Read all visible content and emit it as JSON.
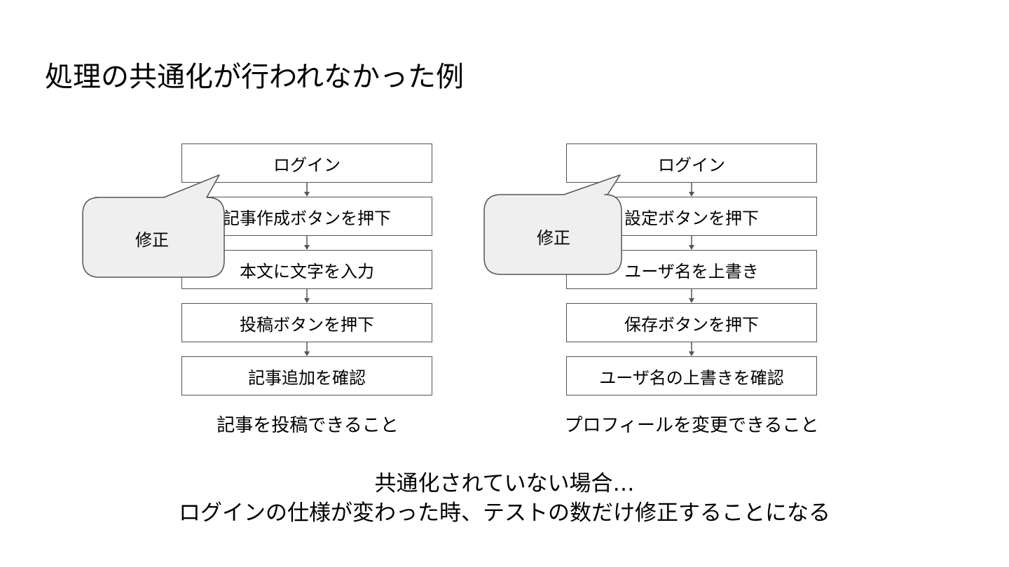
{
  "title": "処理の共通化が行われなかった例",
  "flows": [
    {
      "steps": [
        "ログイン",
        "記事作成ボタンを押下",
        "本文に文字を入力",
        "投稿ボタンを押下",
        "記事追加を確認"
      ],
      "caption": "記事を投稿できること",
      "callout": "修正"
    },
    {
      "steps": [
        "ログイン",
        "設定ボタンを押下",
        "ユーザ名を上書き",
        "保存ボタンを押下",
        "ユーザ名の上書きを確認"
      ],
      "caption": "プロフィールを変更できること",
      "callout": "修正"
    }
  ],
  "conclusion": {
    "line1": "共通化されていない場合…",
    "line2": "ログインの仕様が変わった時、テストの数だけ修正することになる"
  },
  "colors": {
    "box_border": "#555555",
    "arrow": "#555555",
    "callout_fill": "#efefef",
    "callout_stroke": "#555555"
  }
}
